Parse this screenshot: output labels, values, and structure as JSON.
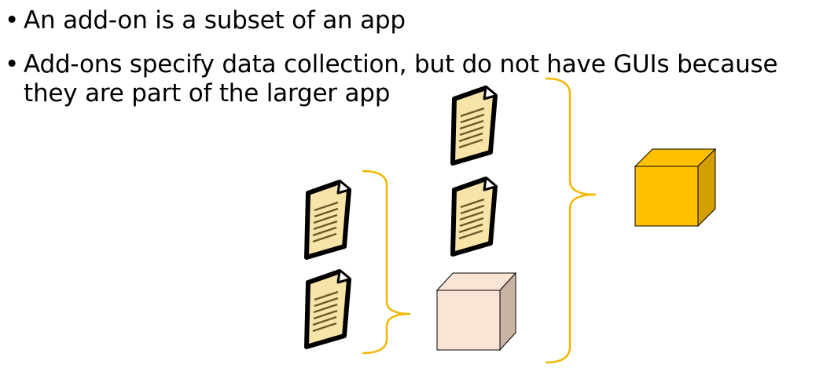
{
  "bullets": [
    {
      "text": "An add-on is a subset of an app"
    },
    {
      "text_line1": "Add-ons specify data collection, but do not have GUIs because",
      "text_line2": "they are part of the larger app"
    }
  ],
  "diagram": {
    "icons": {
      "document": "document-icon",
      "add_on_cube": "add-on-cube-icon",
      "app_cube": "app-cube-icon",
      "brace": "curly-brace"
    },
    "colors": {
      "brace": "#F2B705",
      "document_fill": "#F8E4A8",
      "document_outline": "#000000",
      "document_lines": "#6B5A2A",
      "add_on_cube_front": "#FBE4D5",
      "add_on_cube_side": "#C9B3A4",
      "add_on_cube_top": "#FBE4D5",
      "app_cube_front": "#FFC000",
      "app_cube_side": "#D49F00",
      "app_cube_top": "#FFC000"
    }
  }
}
